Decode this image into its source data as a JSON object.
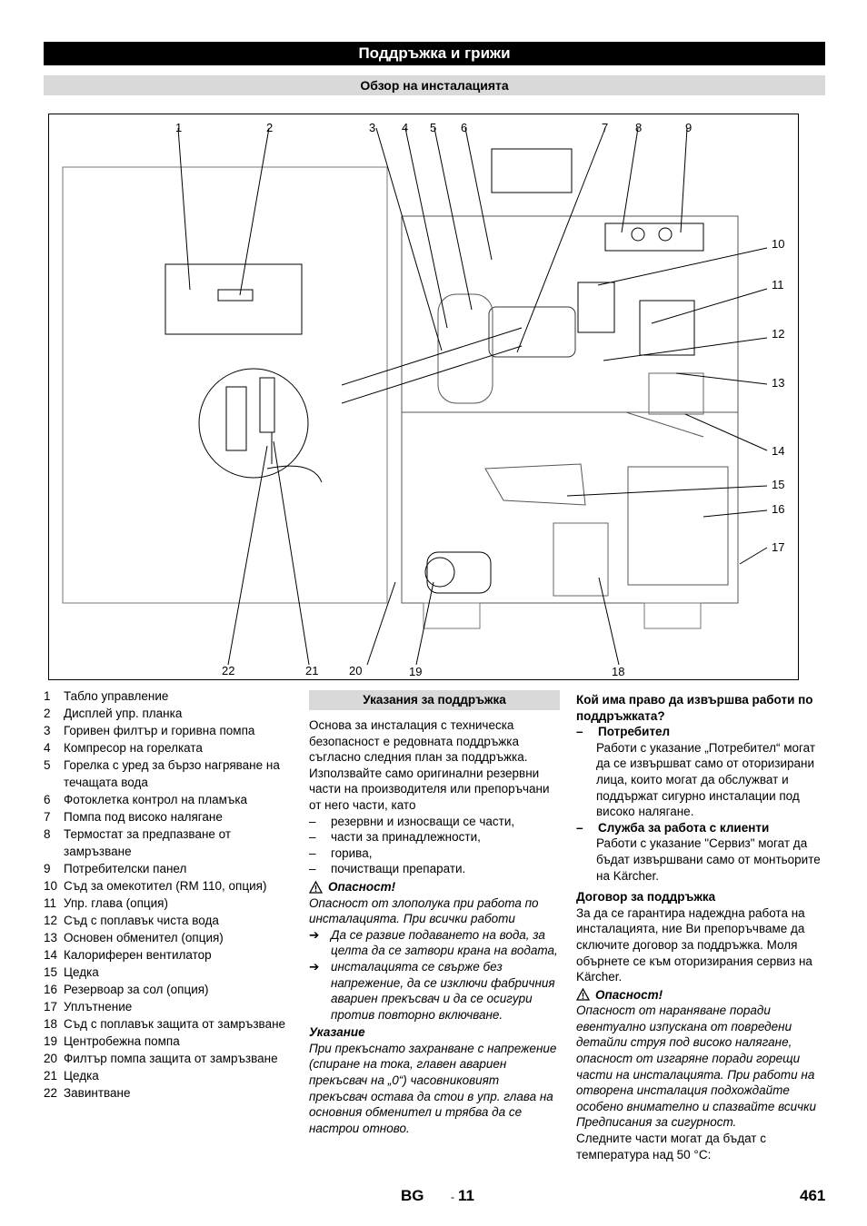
{
  "header": {
    "title": "Поддръжка и грижи",
    "subtitle": "Обзор на инсталацията"
  },
  "figure": {
    "labels": [
      "1",
      "2",
      "3",
      "4",
      "5",
      "6",
      "7",
      "8",
      "9",
      "10",
      "11",
      "12",
      "13",
      "14",
      "15",
      "16",
      "17",
      "18",
      "19",
      "20",
      "21",
      "22"
    ]
  },
  "legend": [
    {
      "num": "1",
      "text": "Табло управление"
    },
    {
      "num": "2",
      "text": "Дисплей упр. планка"
    },
    {
      "num": "3",
      "text": "Горивен филтър и горивна помпа"
    },
    {
      "num": "4",
      "text": "Компресор на горелката"
    },
    {
      "num": "5",
      "text": "Горелка с уред за бързо нагряване на течащата вода"
    },
    {
      "num": "6",
      "text": "Фотоклетка контрол на пламъка"
    },
    {
      "num": "7",
      "text": "Помпа под високо налягане"
    },
    {
      "num": "8",
      "text": "Термостат за предпазване от замръзване"
    },
    {
      "num": "9",
      "text": "Потребителски панел"
    },
    {
      "num": "10",
      "text": "Съд за омекотител (RM 110, опция)"
    },
    {
      "num": "11",
      "text": "Упр. глава (опция)"
    },
    {
      "num": "12",
      "text": "Съд с поплавък чиста вода"
    },
    {
      "num": "13",
      "text": "Основен обменител (опция)"
    },
    {
      "num": "14",
      "text": "Калориферен вентилатор"
    },
    {
      "num": "15",
      "text": "Цедка"
    },
    {
      "num": "16",
      "text": "Резервоар за сол (опция)"
    },
    {
      "num": "17",
      "text": "Уплътнение"
    },
    {
      "num": "18",
      "text": "Съд с поплавък защита от замръзване"
    },
    {
      "num": "19",
      "text": "Центробежна помпа"
    },
    {
      "num": "20",
      "text": "Филтър помпа защита от замръзване"
    },
    {
      "num": "21",
      "text": "Цедка"
    },
    {
      "num": "22",
      "text": "Завинтване"
    }
  ],
  "maintenance": {
    "heading": "Указания за поддръжка",
    "intro": "Основа за инсталация с техническа безопасност е редовната поддръжка съгласно следния план за поддръжка. Използвайте само оригинални резервни части на производителя или препоръчани от него части, като",
    "items": [
      "резервни и износващи се части,",
      "части за принадлежности,",
      "горива,",
      "почистващи препарати."
    ],
    "danger_label": "Опасност!",
    "danger_text": "Опасност от злополука при работа по инсталацията. При всички работи",
    "arrows": [
      "Да се развие подаването на вода, за целта да се затвори крана на водата,",
      "инсталацията се свърже без напрежение, да се изключи фабричния авариен прекъсвач и да се осигури против повторно включване."
    ],
    "note_label": "Указание",
    "note_text": "При прекъснато захранване с напрежение (спиране на тока, главен авариен прекъсвач на „0“) часовниковият прекъсвач остава да стои в упр. глава на основния обменител и трябва да се настрои отново."
  },
  "right": {
    "who_heading": "Кой има право да извършва работи по поддръжката?",
    "consumer_title": "Потребител",
    "consumer_text": "Работи с указание „Потребител“ могат да се извършват само от оторизирани лица, които могат да обслужват и поддържат сигурно инсталации под високо налягане.",
    "service_title": "Служба за работа с клиенти",
    "service_text": "Работи с указание \"Сервиз\" могат да бъдат извършвани само от монтьорите на Kärcher.",
    "contract_heading": "Договор за поддръжка",
    "contract_text": "За да се гарантира надеждна работа на инсталацията, ние Ви препоръчваме да сключите договор за поддръжка. Моля обърнете се към оторизирания сервиз на Kärcher.",
    "danger_label": "Опасност!",
    "danger_text": "Опасност от нараняване поради евентуално изпускана от повредени детайли струя под високо налягане, опасност от изгаряне поради горещи части на инсталацията. При работи на отворена инсталация подхождайте особено внимателно и спазвайте всички Предписания за сигурност.",
    "temp_text": "Следните части могат да бъдат с температура над 50 °C:"
  },
  "footer": {
    "lang": "BG",
    "dash": "-",
    "page_local": "11",
    "page_total": "461"
  }
}
